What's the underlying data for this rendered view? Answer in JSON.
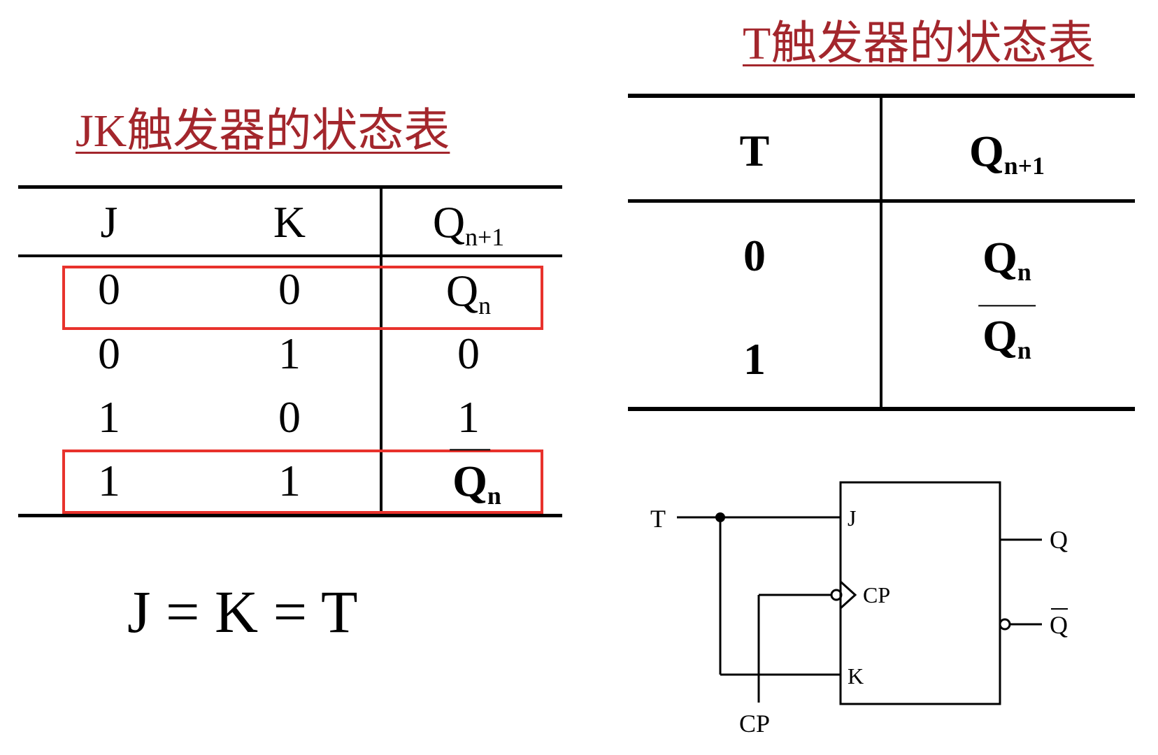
{
  "jk_table": {
    "title": "JK触发器的状态表",
    "headers": {
      "j": "J",
      "k": "K",
      "q_main": "Q",
      "q_sub": "n+1"
    },
    "rows": [
      {
        "j": "0",
        "k": "0",
        "q_main": "Q",
        "q_sub": "n"
      },
      {
        "j": "0",
        "k": "1",
        "q_main": "0",
        "q_sub": ""
      },
      {
        "j": "1",
        "k": "0",
        "q_main": "1",
        "q_sub": ""
      },
      {
        "j": "1",
        "k": "1",
        "q_main": "Q",
        "q_sub": "n"
      }
    ],
    "highlight_color": "#e8322c"
  },
  "equation": "J = K = T",
  "t_table": {
    "title": "T触发器的状态表",
    "headers": {
      "t": "T",
      "q_main": "Q",
      "q_sub": "n+1"
    },
    "rows": [
      {
        "t": "0",
        "q_main": "Q",
        "q_sub": "n"
      },
      {
        "t": "1",
        "q_main": "Q",
        "q_sub": "n"
      }
    ]
  },
  "circuit": {
    "input_t": "T",
    "input_cp": "CP",
    "pin_j": "J",
    "pin_cp": "CP",
    "pin_k": "K",
    "output_q": "Q",
    "output_qbar": "Q"
  },
  "colors": {
    "title": "#a3262c",
    "highlight": "#e8322c"
  }
}
